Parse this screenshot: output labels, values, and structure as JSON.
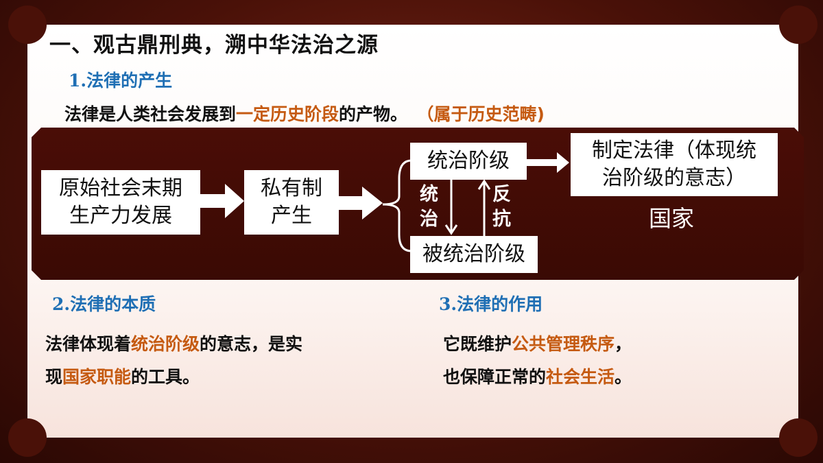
{
  "title": "一、观古鼎刑典，溯中华法治之源",
  "section1": {
    "heading": "1.法律的产生",
    "line_pre": "法律是人类社会发展到",
    "line_highlight": "一定历史阶段",
    "line_post": "的产物。",
    "line_note": "（属于历史范畴)"
  },
  "diagram": {
    "box1_l1": "原始社会末期",
    "box1_l2": "生产力发展",
    "box2_l1": "私有制",
    "box2_l2": "产生",
    "ruling_class": "统治阶级",
    "ruled_class": "被统治阶级",
    "rule_ch1": "统",
    "rule_ch2": "治",
    "resist_ch1": "反",
    "resist_ch2": "抗",
    "law_l1": "制定法律（体现统",
    "law_l2": "治阶级的意志）",
    "state": "国家"
  },
  "section2": {
    "heading": "2.法律的本质",
    "p1_pre": "法律体现着",
    "p1_hl": "统治阶级",
    "p1_post": "的意志，是实",
    "p2_pre": "现",
    "p2_hl": "国家职能",
    "p2_post": "的工具。"
  },
  "section3": {
    "heading": "3.法律的作用",
    "p1_pre": "它既维护",
    "p1_hl": "公共管理秩序",
    "p1_post": "，",
    "p2_pre": "也保障正常的",
    "p2_hl": "社会生活",
    "p2_post": "。"
  },
  "colors": {
    "highlight": "#c55a11",
    "heading_blue": "#1f6fb4",
    "background_dark": "#4a1108"
  }
}
